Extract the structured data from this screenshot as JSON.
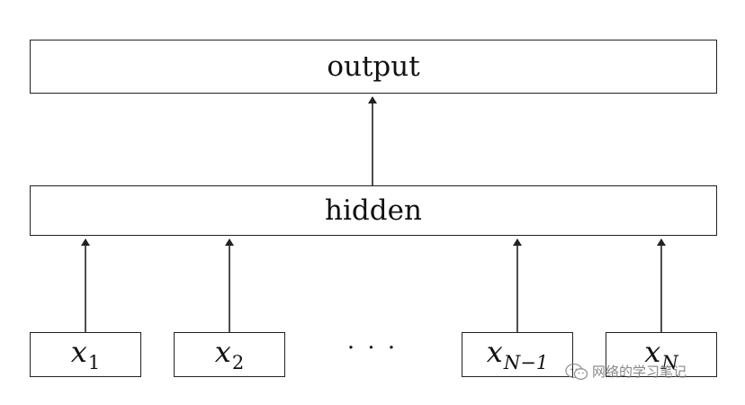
{
  "diagram": {
    "output_label": "output",
    "hidden_label": "hidden",
    "inputs": [
      {
        "base": "x",
        "subscript": "1"
      },
      {
        "base": "x",
        "subscript": "2"
      },
      {
        "base": "x",
        "subscript": "N−1"
      },
      {
        "base": "x",
        "subscript": "N"
      }
    ],
    "ellipsis": "· · ·"
  },
  "watermark": {
    "text": "网络的学习笔记",
    "logo_icon": "wechat-icon"
  },
  "colors": {
    "stroke": "#222222",
    "background": "#ffffff",
    "watermark": "#7a7a7a"
  }
}
